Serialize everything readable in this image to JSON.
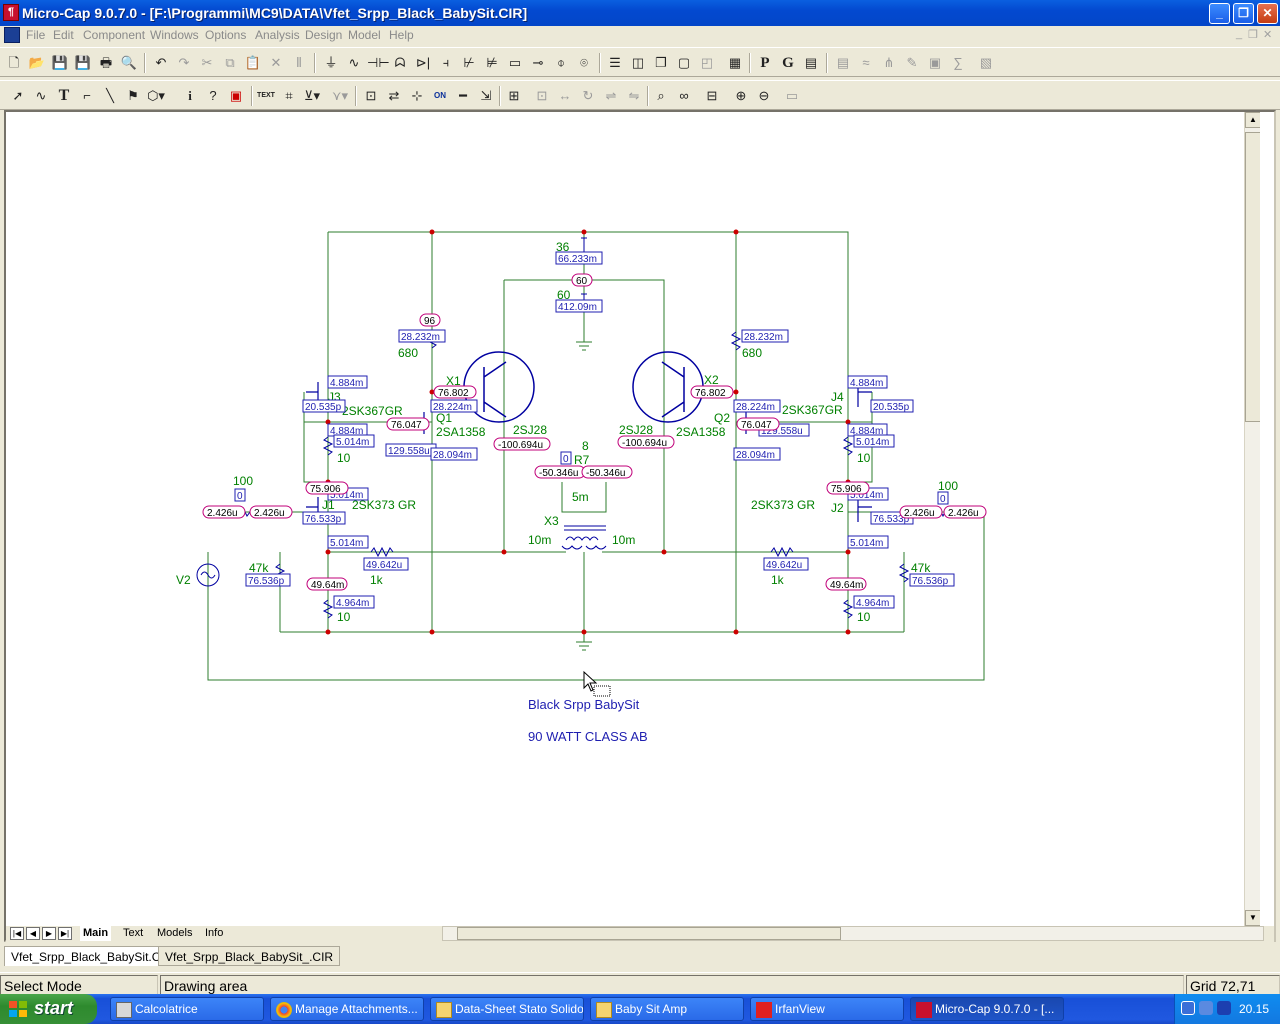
{
  "window": {
    "title": "Micro-Cap 9.0.7.0 - [F:\\Programmi\\MC9\\DATA\\Vfet_Srpp_Black_BabySit.CIR]",
    "app_icon": "micro-cap-icon",
    "buttons": {
      "minimize": "_",
      "restore": "❐",
      "close": "✕"
    }
  },
  "menu": {
    "items": [
      "File",
      "Edit",
      "Component",
      "Windows",
      "Options",
      "Analysis",
      "Design",
      "Model",
      "Help"
    ],
    "mdi_buttons": {
      "minimize": "_",
      "restore": "❐",
      "close": "✕"
    }
  },
  "toolbar1": {
    "icons": [
      "new-file-icon",
      "open-icon",
      "save-icon",
      "save-all-icon",
      "print-icon",
      "print-preview-icon",
      "undo-icon",
      "redo-icon",
      "cut-icon",
      "copy-icon",
      "paste-icon",
      "clear-icon",
      "select-all-icon",
      "ground-icon",
      "resistor-icon",
      "capacitor-icon",
      "inductor-icon",
      "diode-icon",
      "battery-icon",
      "npn-icon",
      "pnp-icon",
      "opamp-icon",
      "sine-source-icon",
      "voltage-source-icon",
      "current-source-icon",
      "tile-horizontal-icon",
      "tile-vertical-icon",
      "cascade-icon",
      "window-icon",
      "component-panel-icon",
      "calculator-icon",
      "pin-icon",
      "grid-icon",
      "title-block-icon"
    ],
    "letters": {
      "p": "P",
      "g": "G"
    }
  },
  "toolbar2": {
    "icons": [
      "select-arrow-icon",
      "wire-icon",
      "text-tool-icon",
      "orthogonal-wire-icon",
      "diagonal-wire-icon",
      "flag-icon",
      "shapes-icon",
      "info-icon",
      "help-icon",
      "component-icon",
      "text-label-icon",
      "node-numbers-icon",
      "voltage-display-icon",
      "current-display-icon",
      "power-display-icon",
      "condition-display-icon",
      "pin-connection-icon",
      "grid-text-icon",
      "cross-probe-icon",
      "zoom-in-icon",
      "zoom-out-icon"
    ],
    "text_button": "TEXT",
    "on_button": "ON"
  },
  "schematic": {
    "title_line1": "Black Srpp BabySit",
    "title_line2": "90 WATT CLASS AB",
    "wire_color": "#006600",
    "label_color": "#1f1fb0",
    "node_color": "#c0007a",
    "part_text_color": "#008000",
    "components": {
      "x1": "X1",
      "x2": "X2",
      "x3": "X3",
      "q1": "Q1",
      "q2": "Q2",
      "q_model_l": "2SA1358",
      "q_model_r": "2SA1358",
      "x_model_l": "2SJ28",
      "x_model_r": "2SJ28",
      "j3": "J3",
      "j4": "J4",
      "j1": "J1",
      "j2": "J2",
      "j3_model": "2SK367GR",
      "j4_model": "2SK367GR",
      "j1_model": "2SK373 GR",
      "j2_model": "2SK373 GR",
      "r7": "R7",
      "r7_value": "8",
      "v2": "V2",
      "r680_l": "680",
      "r680_r": "680",
      "r1k_l": "1k",
      "r1k_r": "1k",
      "r47k_l": "47k",
      "r47k_r": "47k",
      "r10_1": "10",
      "r10_2": "10",
      "r10_3": "10",
      "r10_4": "10",
      "pot100_l": "100",
      "pot100_r": "100",
      "src36": "36",
      "src60": "60",
      "l5m": "5m",
      "l10m_l": "10m",
      "l10m_r": "10m"
    },
    "currents": {
      "c66": "66.233m",
      "c412": "412.09m",
      "c28232_l": "28.232m",
      "c28232_r": "28.232m",
      "c28224_l": "28.224m",
      "c28224_r": "28.224m",
      "c28094_l": "28.094m",
      "c28094_r": "28.094m",
      "c4884_a": "4.884m",
      "c4884_b": "4.884m",
      "c4884_c": "4.884m",
      "c4884_d": "4.884m",
      "c20535_l": "20.535p",
      "c20535_r": "20.535p",
      "c5014_a": "5.014m",
      "c5014_b": "5.014m",
      "c5014_c": "5.014m",
      "c5014_d": "5.014m",
      "c5014_e": "5.014m",
      "c5014_f": "5.014m",
      "c129_l": "129.558u",
      "c129_r": "129.558u",
      "c76533_l": "76.533p",
      "c76533_r": "76.533p",
      "c49642_l": "49.642u",
      "c49642_r": "49.642u",
      "c4964_l": "4.964m",
      "c4964_r": "4.964m",
      "c76536_l": "76.536p",
      "c76536_r": "76.536p",
      "c0_l": "0",
      "c0_r": "0",
      "c0_m": "0"
    },
    "voltages": {
      "v96": "96",
      "v60": "60",
      "v76802_l": "76.802",
      "v76802_r": "76.802",
      "v76047_l": "76.047",
      "v76047_r": "76.047",
      "v100694_l": "-100.694u",
      "v100694_r": "-100.694u",
      "v50346_l": "-50.346u",
      "v50346_r": "-50.346u",
      "v75906_l": "75.906",
      "v75906_r": "75.906",
      "v2426_a": "2.426u",
      "v2426_b": "2.426u",
      "v2426_c": "2.426u",
      "v2426_d": "2.426u",
      "v4964_l": "49.64m",
      "v4964_r": "49.64m"
    }
  },
  "tabs": {
    "sheets": [
      "Main",
      "Text",
      "Models",
      "Info"
    ],
    "files": [
      "Vfet_Srpp_Black_BabySit.CIR",
      "Vfet_Srpp_Black_BabySit_.CIR"
    ]
  },
  "status": {
    "mode": "Select Mode",
    "area": "Drawing area",
    "grid": "Grid 72,71"
  },
  "taskbar": {
    "start": "start",
    "tasks": [
      "Calcolatrice",
      "Manage Attachments...",
      "Data-Sheet Stato Solido",
      "Baby Sit Amp",
      "IrfanView",
      "Micro-Cap 9.0.7.0 - [..."
    ],
    "clock": "20.15"
  }
}
